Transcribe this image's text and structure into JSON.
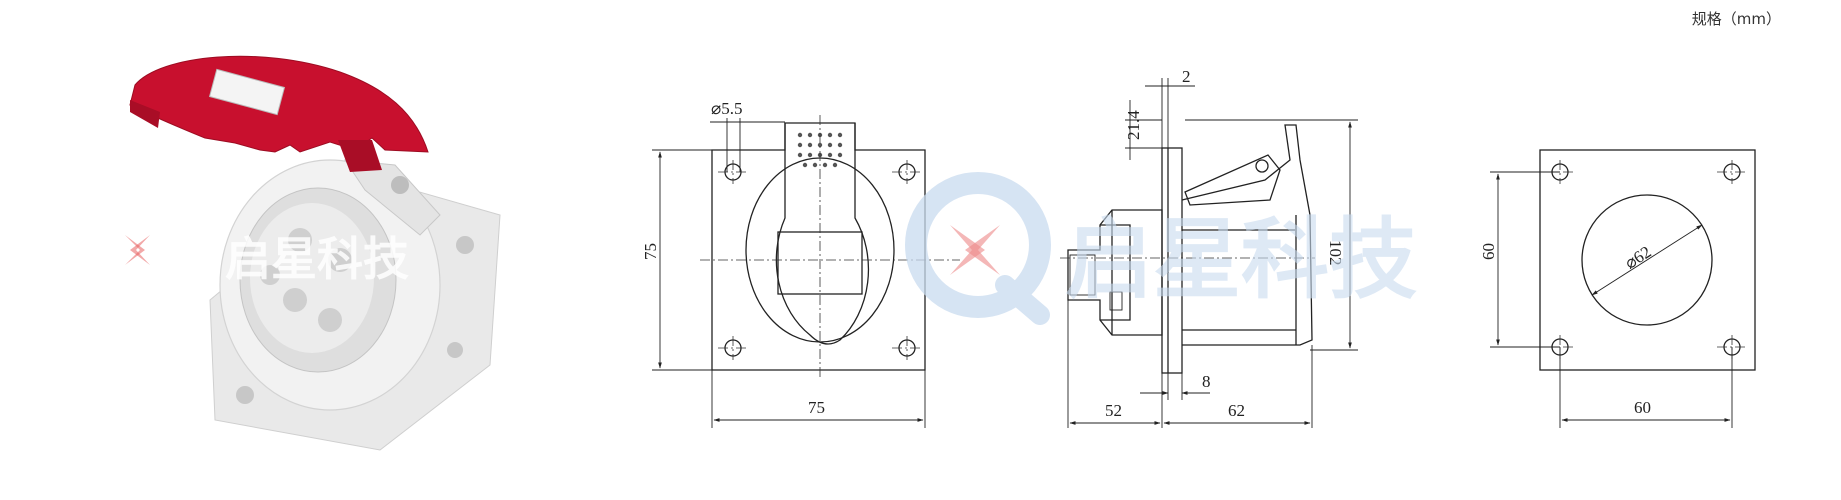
{
  "spec_label": "规格（mm）",
  "watermark": {
    "text": "启星科技",
    "color": "#c9dbef",
    "mark_color": "#e86060"
  },
  "product": {
    "cover_color": "#c8102e",
    "body_color": "#ececec"
  },
  "views": {
    "front": {
      "hole_dim": "⌀5.5",
      "height_dim": "75",
      "width_dim": "75"
    },
    "side": {
      "top_dim": "2",
      "flange_dim": "21.4",
      "height_dim": "102",
      "plate_dim": "8",
      "back_dim": "52",
      "depth_dim": "62"
    },
    "cutout": {
      "diameter_dim": "⌀62",
      "height_dim": "60",
      "width_dim": "60"
    }
  }
}
